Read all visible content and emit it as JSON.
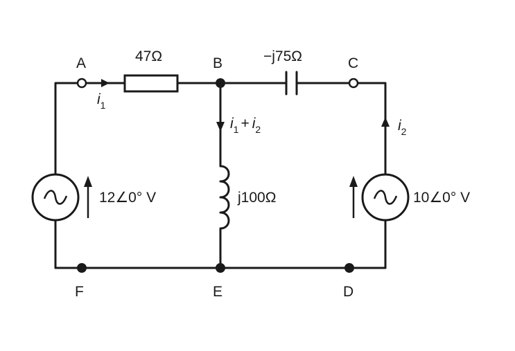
{
  "nodes": {
    "a": "A",
    "b": "B",
    "c": "C",
    "d": "D",
    "e": "E",
    "f": "F"
  },
  "components": {
    "resistor": "47Ω",
    "capacitor": "−j75Ω",
    "inductor": "j100Ω",
    "source_left": "12∠0° V",
    "source_right": "10∠0° V"
  },
  "currents": {
    "i1": {
      "sym": "i",
      "sub": "1"
    },
    "i2": {
      "sym": "i",
      "sub": "2"
    },
    "sum": {
      "sym1": "i",
      "sub1": "1",
      "plus": "+",
      "sym2": "i",
      "sub2": "2"
    }
  },
  "colors": {
    "ink": "#1a1a1a",
    "background": "#ffffff"
  }
}
